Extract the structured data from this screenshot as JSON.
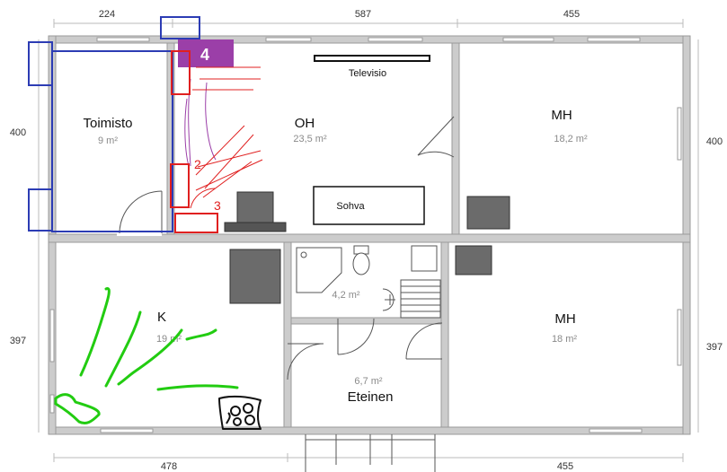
{
  "dimensions": {
    "top": [
      "224",
      "587",
      "455"
    ],
    "bottom": [
      "478",
      "455"
    ],
    "left": [
      "400",
      "397"
    ],
    "right": [
      "400",
      "397"
    ]
  },
  "rooms": {
    "office": {
      "name": "Toimisto",
      "area": "9 m²"
    },
    "living": {
      "name": "OH",
      "area": "23,5 m²"
    },
    "bedroom_top": {
      "name": "MH",
      "area": "18,2 m²"
    },
    "kitchen": {
      "name": "K",
      "area": "19 m²"
    },
    "bath": {
      "area": "4,2 m²"
    },
    "hall": {
      "name": "Eteinen",
      "area": "6,7 m²"
    },
    "bedroom_bottom": {
      "name": "MH",
      "area": "18 m²"
    }
  },
  "furniture": {
    "tv": "Televisio",
    "sofa": "Sohva"
  },
  "annotations": {
    "badge": "4",
    "mark_2": "2",
    "mark_3": "3"
  },
  "colors": {
    "wall": "#cccccc",
    "wall_edge": "#9a9a9a",
    "furniture_dark": "#6b6b6b",
    "blue_marker": "#2c3cb4",
    "red_marker": "#e02020",
    "purple_badge": "#9b3fa8",
    "green_scribble": "#22cc11",
    "label_gray": "#8a8a8a"
  }
}
